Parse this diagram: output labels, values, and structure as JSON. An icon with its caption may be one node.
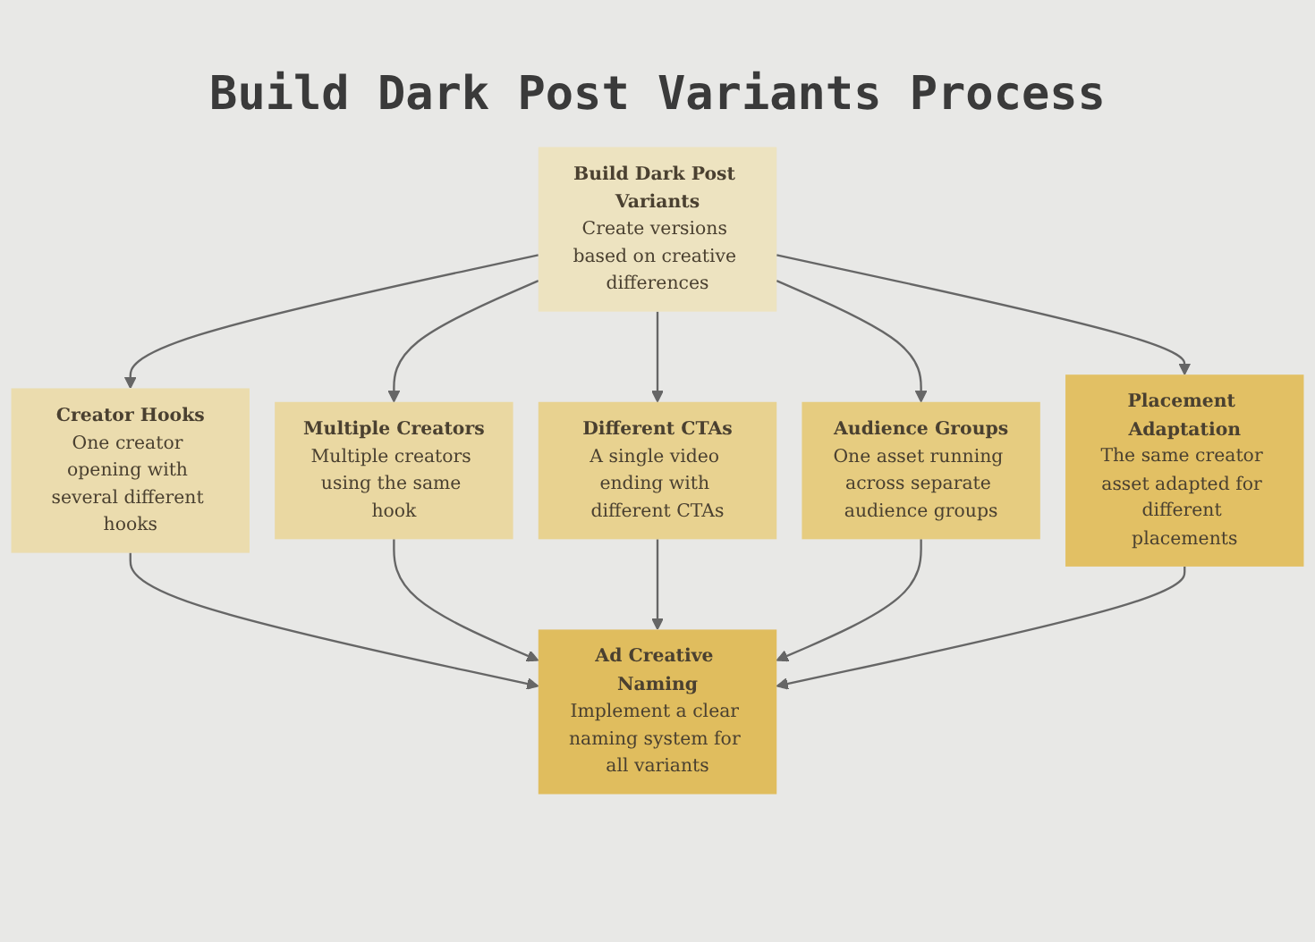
{
  "diagram": {
    "title": "Build Dark Post Variants Process",
    "nodes": [
      {
        "text": [
          "Build Dark Post Variants",
          "Create versions based on creative differences"
        ]
      },
      {
        "text": [
          "Creator Hooks",
          "One creator opening with several different hooks"
        ]
      },
      {
        "text": [
          "Multiple Creators",
          "Multiple creators using the same hook"
        ]
      },
      {
        "text": [
          "Different CTAs",
          "A single video ending with different CTAs"
        ]
      },
      {
        "text": [
          "Audience Groups",
          "One asset running across separate audience groups"
        ]
      },
      {
        "text": [
          "Placement Adaptation",
          "The same creator asset adapted for different placements"
        ]
      },
      {
        "text": [
          "Ad Creative Naming",
          "Implement a clear naming system for all variants"
        ]
      }
    ],
    "edges": [
      {
        "from": 0,
        "to": 1,
        "arrow": "to"
      },
      {
        "from": 0,
        "to": 2,
        "arrow": "to"
      },
      {
        "from": 0,
        "to": 3,
        "arrow": "to"
      },
      {
        "from": 0,
        "to": 4,
        "arrow": "to"
      },
      {
        "from": 0,
        "to": 5,
        "arrow": "to"
      },
      {
        "from": 1,
        "to": 6,
        "arrow": "to"
      },
      {
        "from": 2,
        "to": 6,
        "arrow": "to"
      },
      {
        "from": 3,
        "to": 6,
        "arrow": "to"
      },
      {
        "from": 4,
        "to": 6,
        "arrow": "to"
      },
      {
        "from": 5,
        "to": 6,
        "arrow": "to"
      }
    ]
  }
}
